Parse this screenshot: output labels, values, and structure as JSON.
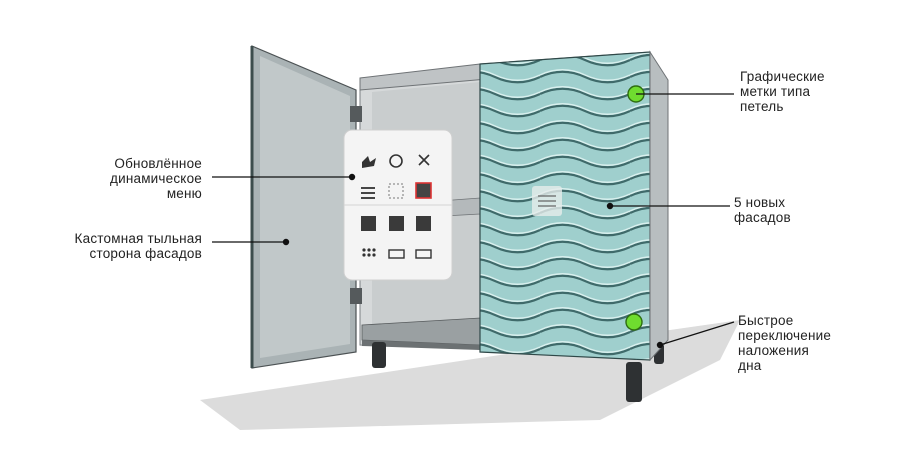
{
  "colors": {
    "carcass": "#cfd2d3",
    "carcass_dark": "#8e9396",
    "door_left": "#a9b1b3",
    "door_left_inner": "#c3c9ca",
    "facade": "#9fcfcd",
    "facade_wave_light": "#cde8e6",
    "facade_wave_dark": "#3f6a6a",
    "marker_green": "#6fdc2f",
    "leader": "#111111",
    "panel_bg": "#f4f4f4",
    "floor_shadow": "#d8d8d8"
  },
  "callouts": {
    "menu": "Обновлённое\nдинамическое\nменю",
    "back": "Кастомная тыльная\nсторона фасадов",
    "marks": "Графические\nметки типа\nпетель",
    "facades": "5 новых\nфасадов",
    "bottom": "Быстрое\nпереключение\nналожения\nдна"
  },
  "menu_icons": [
    "spark-icon",
    "rotate-icon",
    "close-icon",
    "list-icon",
    "grid-icon",
    "square-icon",
    "block-icon",
    "block-half-icon",
    "block-quarter-icon",
    "dots-icon",
    "swap-icon",
    "swap-alt-icon"
  ]
}
